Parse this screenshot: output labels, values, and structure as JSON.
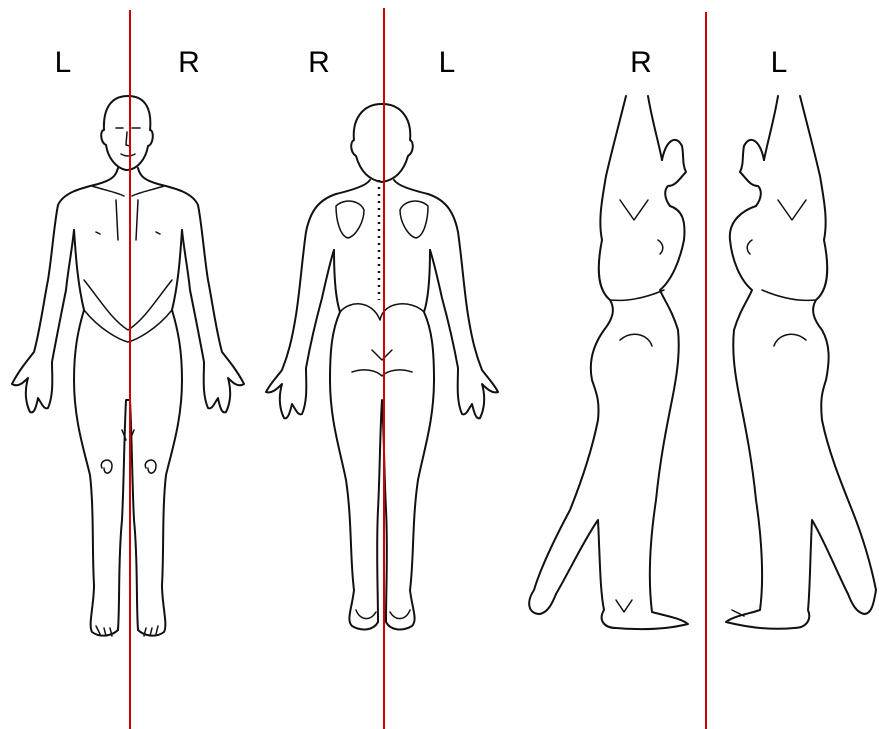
{
  "labels": {
    "anterior_left": "L",
    "anterior_right": "R",
    "posterior_right": "R",
    "posterior_left": "L",
    "lateral_right": "R",
    "lateral_left": "L"
  },
  "colors": {
    "midline": "#d00000",
    "outline": "#111111",
    "background": "#ffffff"
  }
}
